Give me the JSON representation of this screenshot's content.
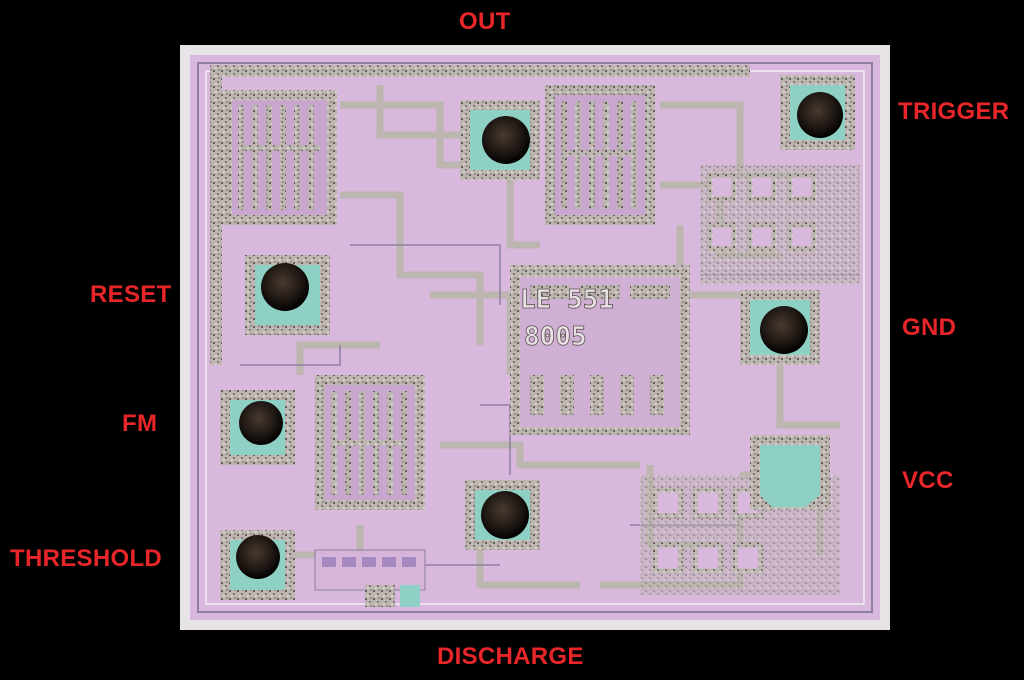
{
  "pins": {
    "out": "OUT",
    "trigger": "TRIGGER",
    "reset": "RESET",
    "gnd": "GND",
    "fm": "FM",
    "vcc": "VCC",
    "threshold": "THRESHOLD",
    "discharge": "DISCHARGE"
  },
  "die_marking": {
    "line1": "LE 551",
    "line2": "8005"
  },
  "colors": {
    "background": "#000000",
    "label": "#e8262a",
    "die_base": "#d8b8dc",
    "metal": "#c9c3bd",
    "pad_glass": "#8fd0c4",
    "bond_ball": "#1a1410"
  }
}
